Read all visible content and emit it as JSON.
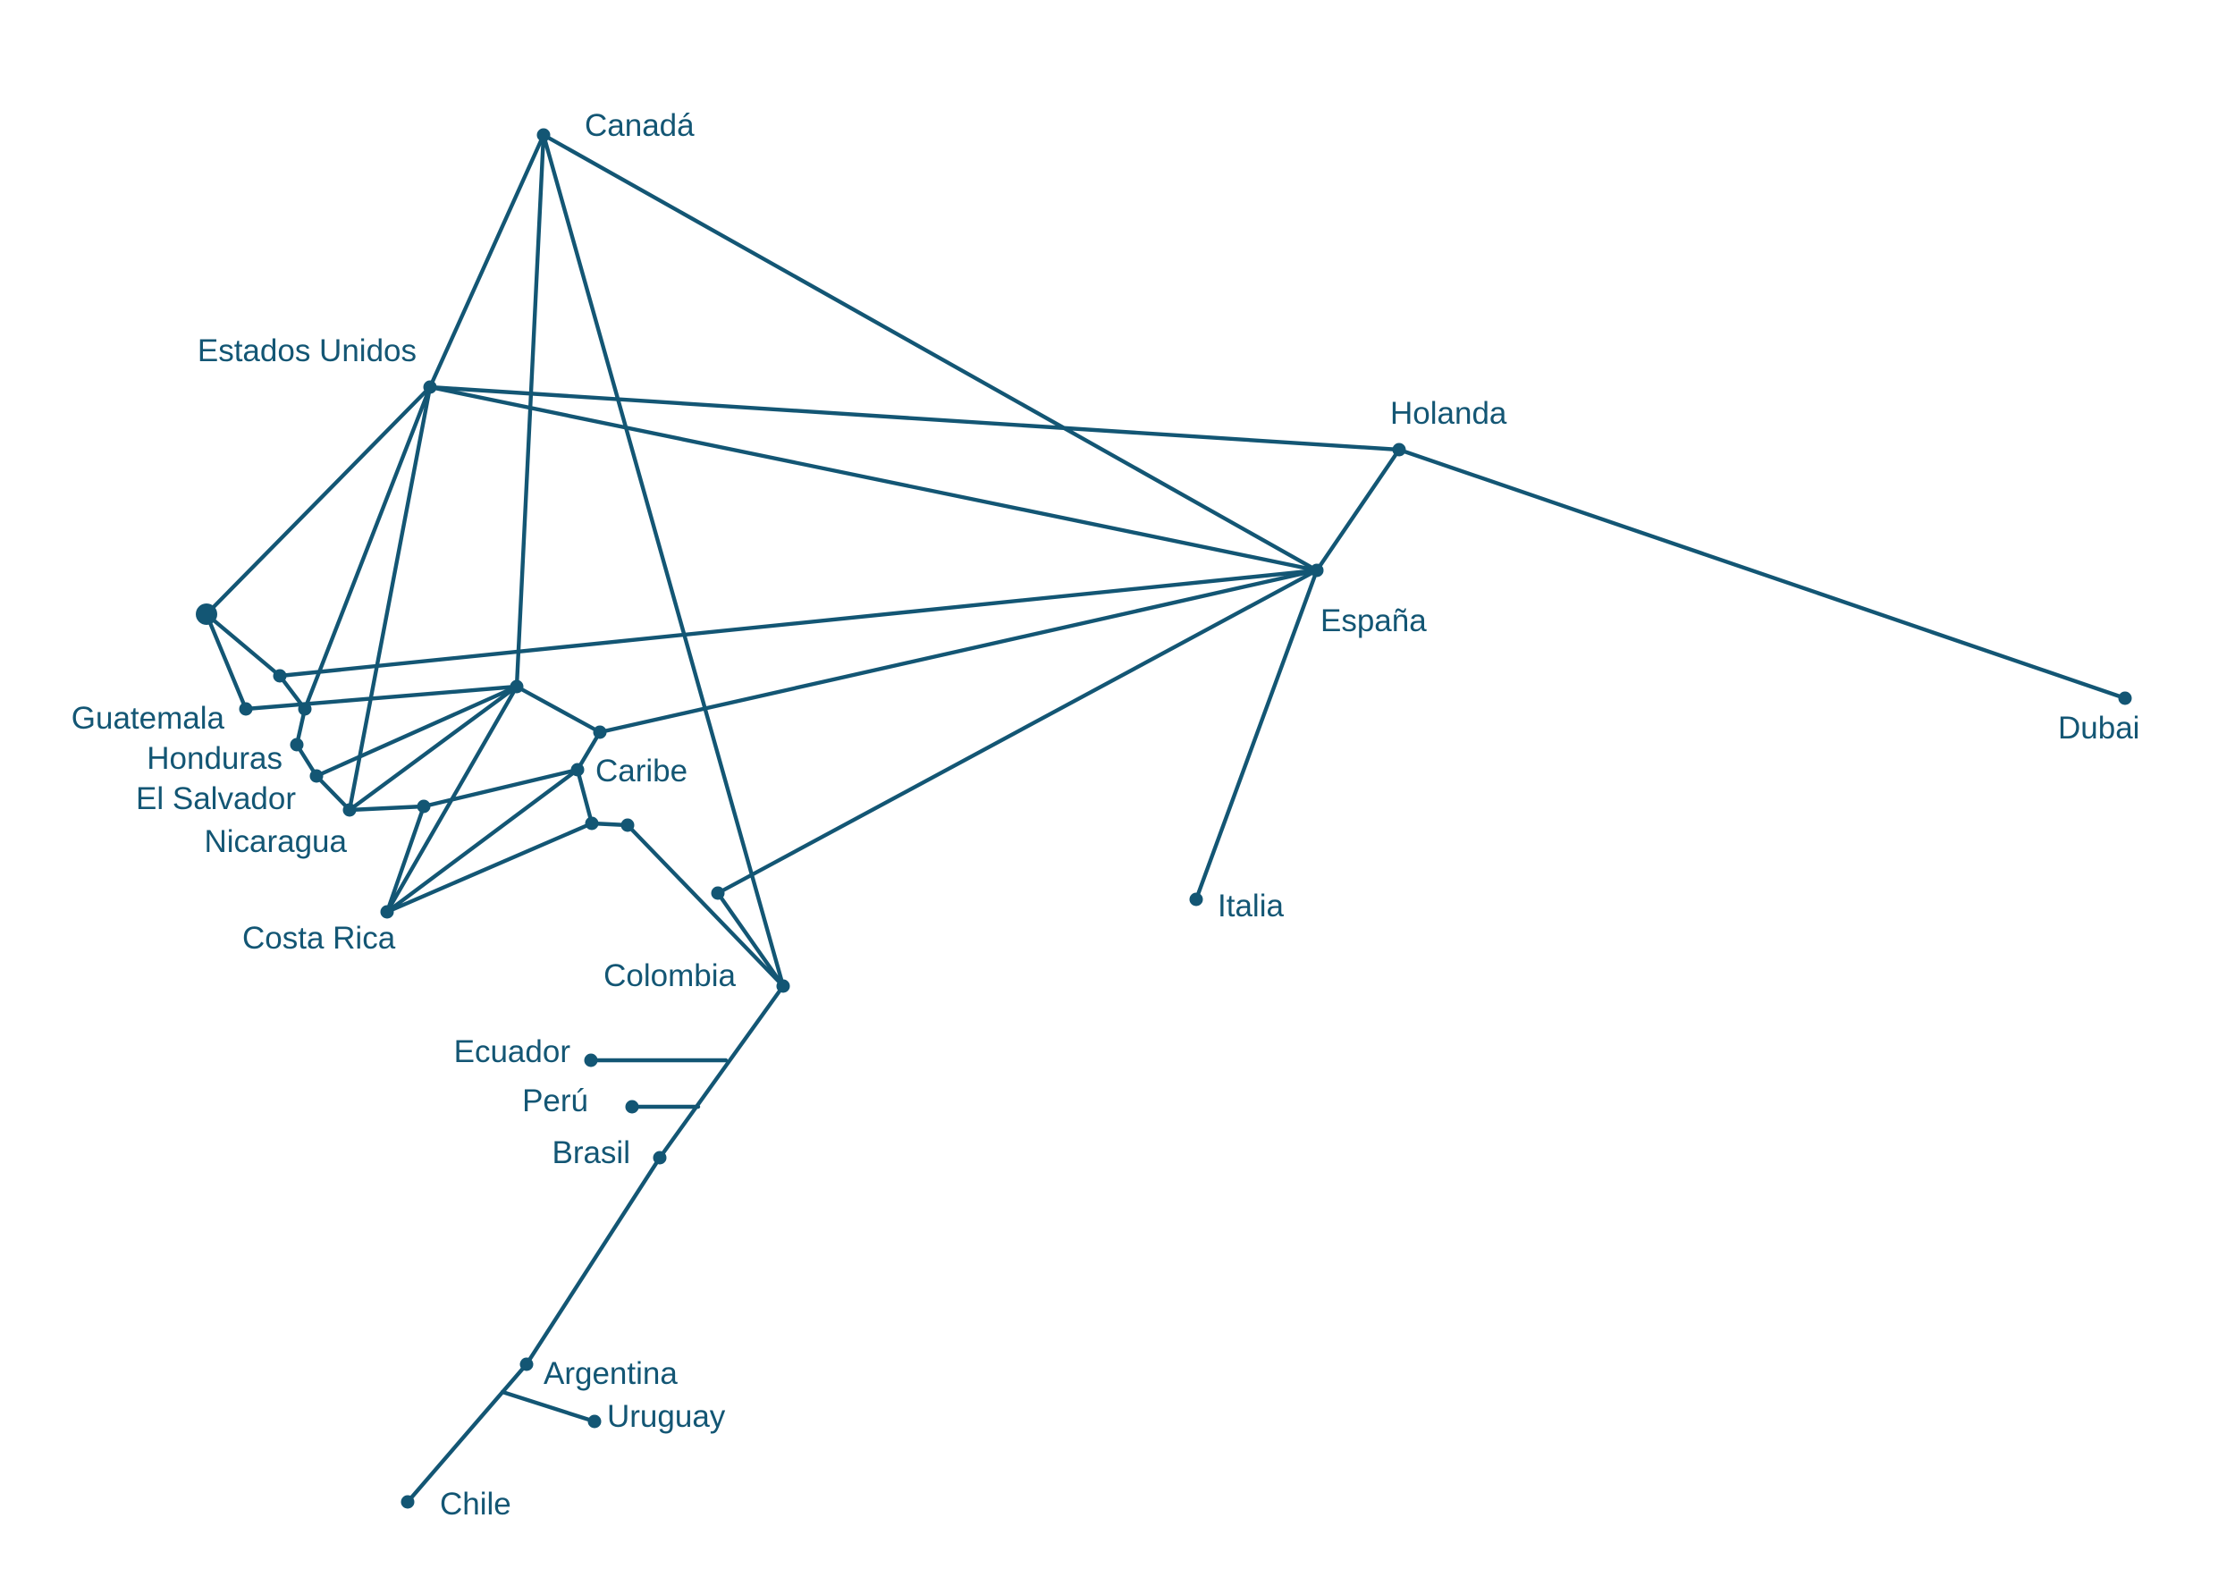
{
  "colors": {
    "line": "#135674",
    "label": "#135674",
    "background": "#ffffff"
  },
  "labels": {
    "canada": "Canadá",
    "estados_unidos": "Estados Unidos",
    "holanda": "Holanda",
    "espana": "España",
    "dubai": "Dubai",
    "guatemala": "Guatemala",
    "honduras": "Honduras",
    "el_salvador": "El Salvador",
    "nicaragua": "Nicaragua",
    "caribe": "Caribe",
    "costa_rica": "Costa Rica",
    "italia": "Italia",
    "colombia": "Colombia",
    "ecuador": "Ecuador",
    "peru": "Perú",
    "brasil": "Brasil",
    "argentina": "Argentina",
    "uruguay": "Uruguay",
    "chile": "Chile"
  }
}
